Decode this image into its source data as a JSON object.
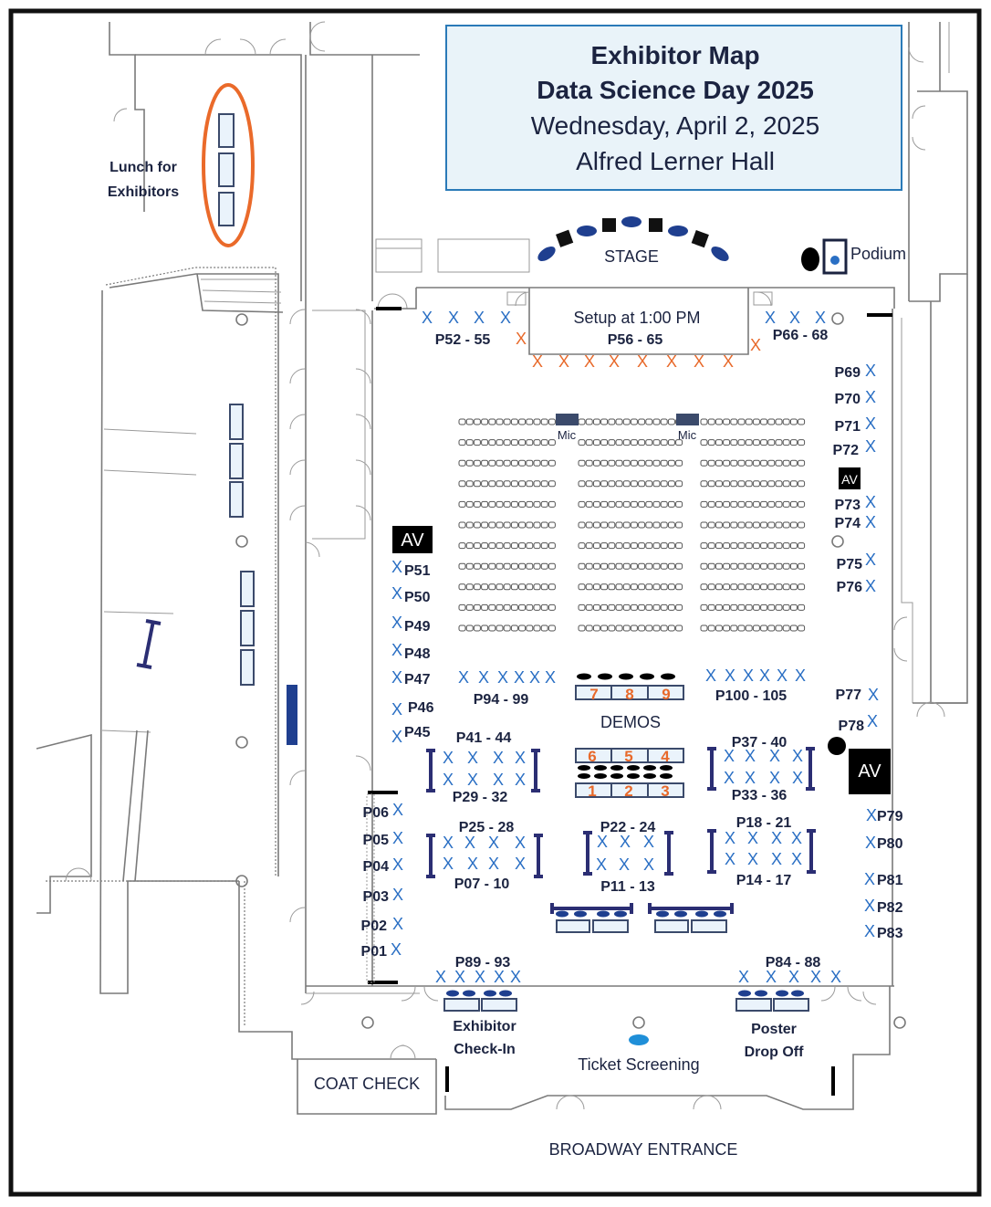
{
  "header": {
    "title": "Exhibitor Map",
    "event": "Data Science Day 2025",
    "date": "Wednesday, April 2, 2025",
    "venue": "Alfred Lerner Hall"
  },
  "areas": {
    "lunch": "Lunch for",
    "lunch2": "Exhibitors",
    "stage": "STAGE",
    "podium": "Podium",
    "setup": "Setup at 1:00 PM",
    "demos": "DEMOS",
    "mic": "Mic",
    "av": "AV",
    "exhibitor_checkin_1": "Exhibitor",
    "exhibitor_checkin_2": "Check-In",
    "poster_dropoff_1": "Poster",
    "poster_dropoff_2": "Drop Off",
    "ticket_screening": "Ticket Screening",
    "coat_check": "COAT CHECK",
    "broadway_entrance": "BROADWAY ENTRANCE"
  },
  "demo_numbers": [
    "1",
    "2",
    "3",
    "4",
    "5",
    "6",
    "7",
    "8",
    "9"
  ],
  "poster_groups": {
    "g52": "P52 - 55",
    "g56": "P56 - 65",
    "g66": "P66 - 68",
    "g94": "P94 - 99",
    "g100": "P100 - 105",
    "g41": "P41 - 44",
    "g29": "P29 - 32",
    "g37": "P37 - 40",
    "g33": "P33 - 36",
    "g25": "P25 - 28",
    "g07": "P07 - 10",
    "g22": "P22 - 24",
    "g11": "P11 - 13",
    "g18": "P18 - 21",
    "g14": "P14 - 17",
    "g89": "P89 - 93",
    "g84": "P84 - 88"
  },
  "poster_singles": {
    "p69": "P69",
    "p70": "P70",
    "p71": "P71",
    "p72": "P72",
    "p73": "P73",
    "p74": "P74",
    "p75": "P75",
    "p76": "P76",
    "p77": "P77",
    "p78": "P78",
    "p79": "P79",
    "p80": "P80",
    "p81": "P81",
    "p82": "P82",
    "p83": "P83",
    "p51": "P51",
    "p50": "P50",
    "p49": "P49",
    "p48": "P48",
    "p47": "P47",
    "p46": "P46",
    "p45": "P45",
    "p06": "P06",
    "p05": "P05",
    "p04": "P04",
    "p03": "P03",
    "p02": "P02",
    "p01": "P01"
  },
  "marker": "X",
  "colors": {
    "navy": "#1b2340",
    "marker_blue": "#2a6fc4",
    "marker_orange": "#e8692a",
    "title_box_bg": "#e9f3f9",
    "title_box_border": "#2a7ab8",
    "lunch_ellipse": "#ea6a2a",
    "barrier": "#2b2e73"
  }
}
